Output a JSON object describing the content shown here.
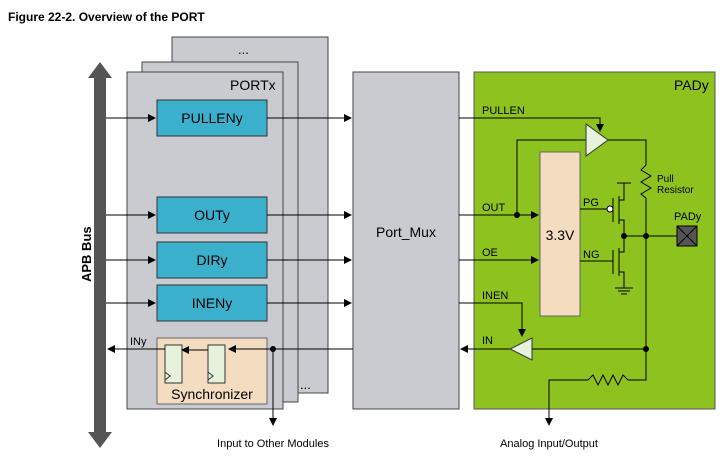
{
  "figure": {
    "title": "Figure 22-2. Overview of the PORT"
  },
  "port": {
    "stack_label": "...",
    "stack_label_bottom": "...",
    "block_title": "PORTx",
    "registers": [
      "PULLENy",
      "OUTy",
      "DIRy",
      "INENy"
    ],
    "synchronizer": "Synchronizer",
    "in_label": "INy"
  },
  "apb": {
    "label": "APB Bus"
  },
  "mux": {
    "label": "Port_Mux"
  },
  "pad": {
    "title": "PADy",
    "supply": "3.3V",
    "signals": {
      "pullen": "PULLEN",
      "out": "OUT",
      "oe": "OE",
      "inen": "INEN",
      "in": "IN"
    },
    "pg": "PG",
    "ng": "NG",
    "pull_resistor_line1": "Pull",
    "pull_resistor_line2": "Resistor",
    "pin_label": "PADy"
  },
  "footer": {
    "input_modules": "Input to Other Modules",
    "analog": "Analog Input/Output"
  },
  "colors": {
    "register_fill": "#3ab0cc",
    "port_fill": "#c9cbd0",
    "pad_fill": "#8dc21f",
    "synchronizer_fill": "#f3dcc0",
    "supply_fill": "#f3dcc0",
    "apb_fill": "#555555"
  }
}
